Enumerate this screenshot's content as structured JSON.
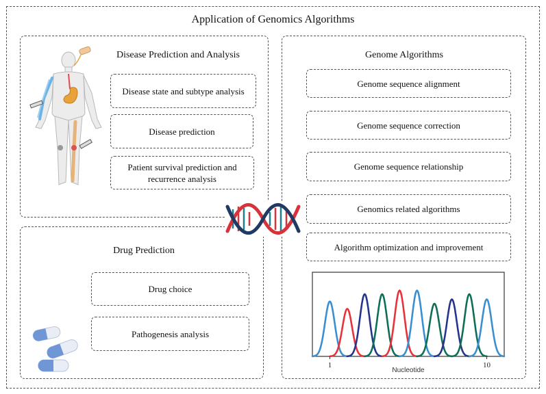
{
  "title": "Application of Genomics Algorithms",
  "disease_panel": {
    "heading": "Disease Prediction and Analysis",
    "items": [
      "Disease state and subtype analysis",
      "Disease prediction",
      "Patient survival prediction and recurrence analysis"
    ]
  },
  "drug_panel": {
    "heading": "Drug Prediction",
    "items": [
      "Drug choice",
      "Pathogenesis analysis"
    ]
  },
  "genome_panel": {
    "heading": "Genome Algorithms",
    "items": [
      "Genome sequence alignment",
      "Genome sequence correction",
      "Genome sequence relationship",
      "Genomics related algorithms",
      "Algorithm optimization and improvement"
    ]
  },
  "chart_data": {
    "type": "line",
    "title": "",
    "xlabel": "Nucleotide",
    "ylabel": "",
    "x_ticks": [
      "1",
      "10"
    ],
    "xlim": [
      0,
      11
    ],
    "ylim": [
      0,
      1.15
    ],
    "grid": false,
    "peaks": [
      {
        "center": 1,
        "height": 0.75,
        "color": "#3a8fd0"
      },
      {
        "center": 2,
        "height": 0.65,
        "color": "#e8323a"
      },
      {
        "center": 3,
        "height": 0.85,
        "color": "#25358e"
      },
      {
        "center": 4,
        "height": 0.85,
        "color": "#0e6e57"
      },
      {
        "center": 5,
        "height": 0.9,
        "color": "#e8323a"
      },
      {
        "center": 6,
        "height": 0.9,
        "color": "#3a8fd0"
      },
      {
        "center": 7,
        "height": 0.72,
        "color": "#0e6e57"
      },
      {
        "center": 8,
        "height": 0.78,
        "color": "#25358e"
      },
      {
        "center": 9,
        "height": 0.85,
        "color": "#0e6e57"
      },
      {
        "center": 10,
        "height": 0.78,
        "color": "#3a8fd0"
      }
    ]
  },
  "colors": {
    "dna_red": "#d8323a",
    "dna_navy": "#1f3a63",
    "dna_teal": "#1e7f8c",
    "pill_blue": "#6f97d6",
    "pill_white": "#e9eef6"
  },
  "icons": [
    "human-body-illustration-icon",
    "dna-helix-icon",
    "pill-capsules-icon"
  ]
}
